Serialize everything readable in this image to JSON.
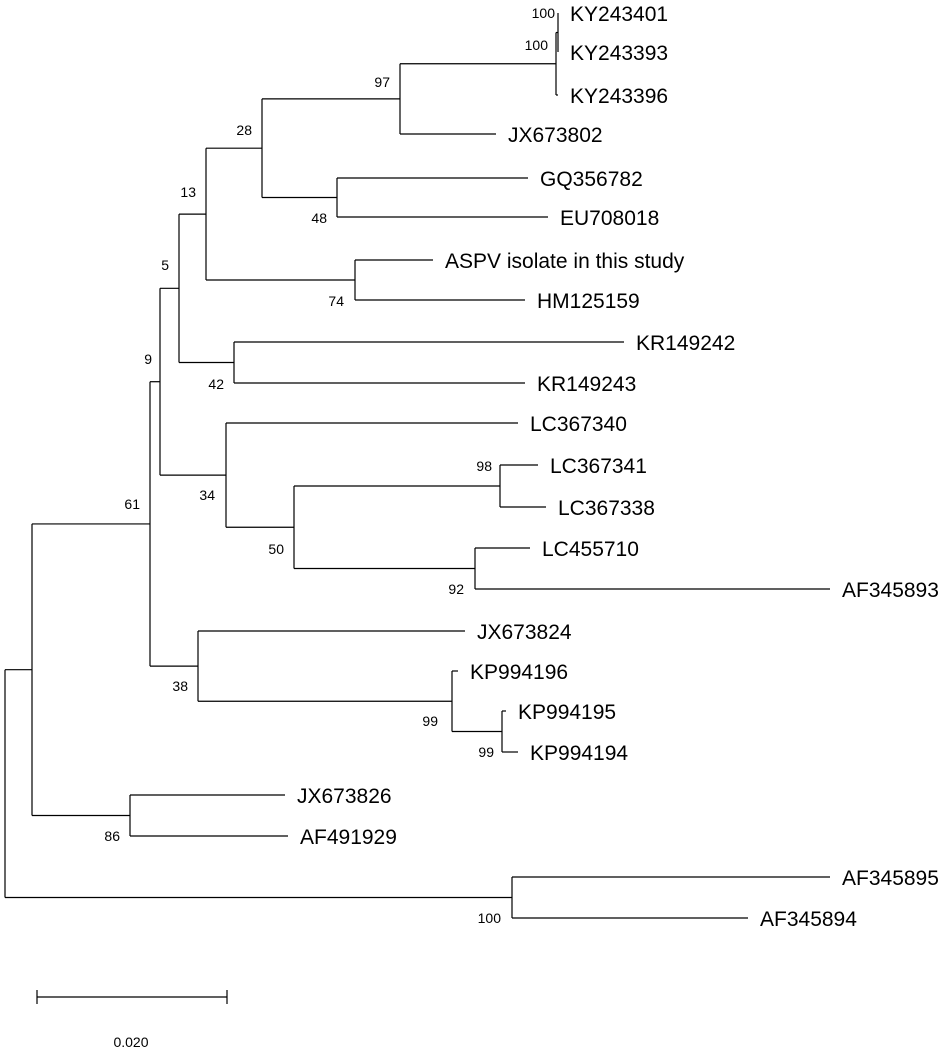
{
  "tree": {
    "line_color": "#000000",
    "leaves": [
      "KY243401",
      "KY243393",
      "KY243396",
      "JX673802",
      "GQ356782",
      "EU708018",
      "ASPV isolate in this study",
      "HM125159",
      "KR149242",
      "KR149243",
      "LC367340",
      "LC367341",
      "LC367338",
      "LC455710",
      "AF345893",
      "JX673824",
      "KP994196",
      "KP994195",
      "KP994194",
      "JX673826",
      "AF491929",
      "AF345895",
      "AF345894"
    ],
    "bootstrap": {
      "n_kky": "100",
      "n_ky": "100",
      "n_kyjx": "97",
      "n_gqeu": "48",
      "n_a28": "28",
      "n_aspv": "74",
      "n_13": "13",
      "n_kr": "42",
      "n_5": "5",
      "n_lc41": "98",
      "n_lclc": "92",
      "n_50": "50",
      "n_34": "34",
      "n_9": "9",
      "n_kp95": "99",
      "n_kp99": "99",
      "n_38": "38",
      "n_61": "61",
      "n_86": "86",
      "n_af": "100"
    },
    "scale_bar": {
      "label": "0.020"
    }
  }
}
